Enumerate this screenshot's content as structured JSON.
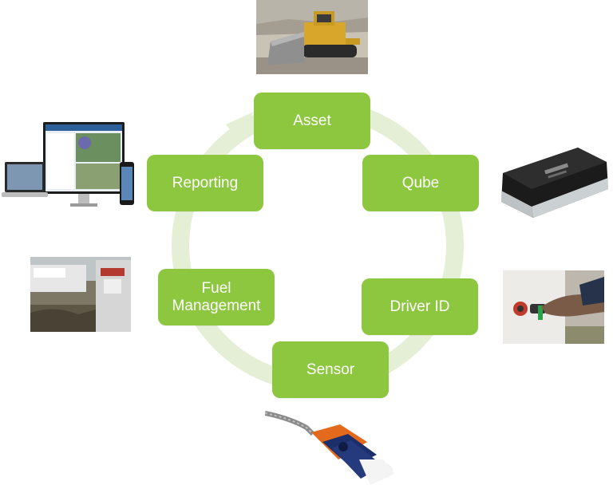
{
  "colors": {
    "node_fill": "#8dc63f",
    "node_text": "#ffffff",
    "ring": "#e4efd6"
  },
  "nodes": {
    "asset": "Asset",
    "qube": "Qube",
    "driver_id": "Driver ID",
    "sensor": "Sensor",
    "fuel_management_line1": "Fuel",
    "fuel_management_line2": "Management",
    "reporting": "Reporting"
  },
  "images": {
    "bulldozer": "bulldozer-photo",
    "qube_device": "qube-telematics-device-photo",
    "driver_id_keypad": "driver-id-key-reader-photo",
    "fuel_sensor": "ultrasonic-fuel-sensor-photo",
    "fuel_tank_site": "fuel-tank-site-photo",
    "reporting_devices": "reporting-devices-photo"
  }
}
